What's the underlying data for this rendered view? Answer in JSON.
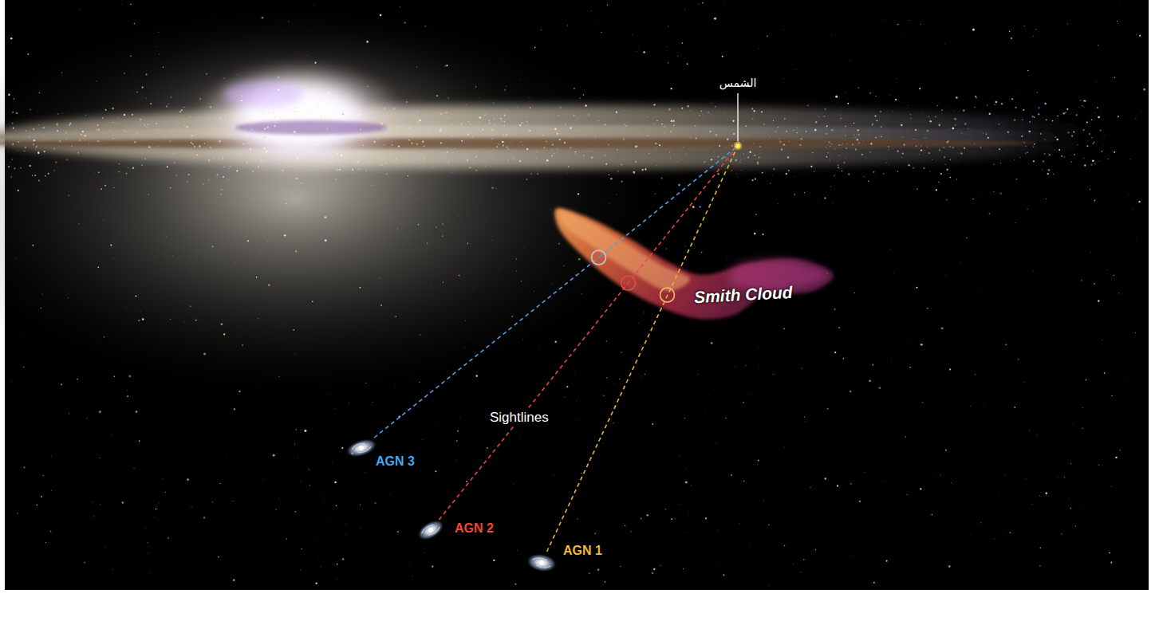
{
  "diagram": {
    "nodes": [
      {
        "text": [
          "الشمس"
        ]
      },
      {
        "text": [
          "Smith Cloud"
        ]
      },
      {
        "text": [
          "AGN 3"
        ]
      },
      {
        "text": [
          "AGN 2"
        ]
      },
      {
        "text": [
          "AGN 1"
        ]
      }
    ],
    "edges": [
      {
        "from": 2,
        "to": 0,
        "arrow": "none"
      },
      {
        "from": 3,
        "to": 0,
        "arrow": "none"
      },
      {
        "from": 4,
        "to": 0,
        "arrow": "none"
      }
    ],
    "labels": [
      "Sightlines"
    ]
  }
}
